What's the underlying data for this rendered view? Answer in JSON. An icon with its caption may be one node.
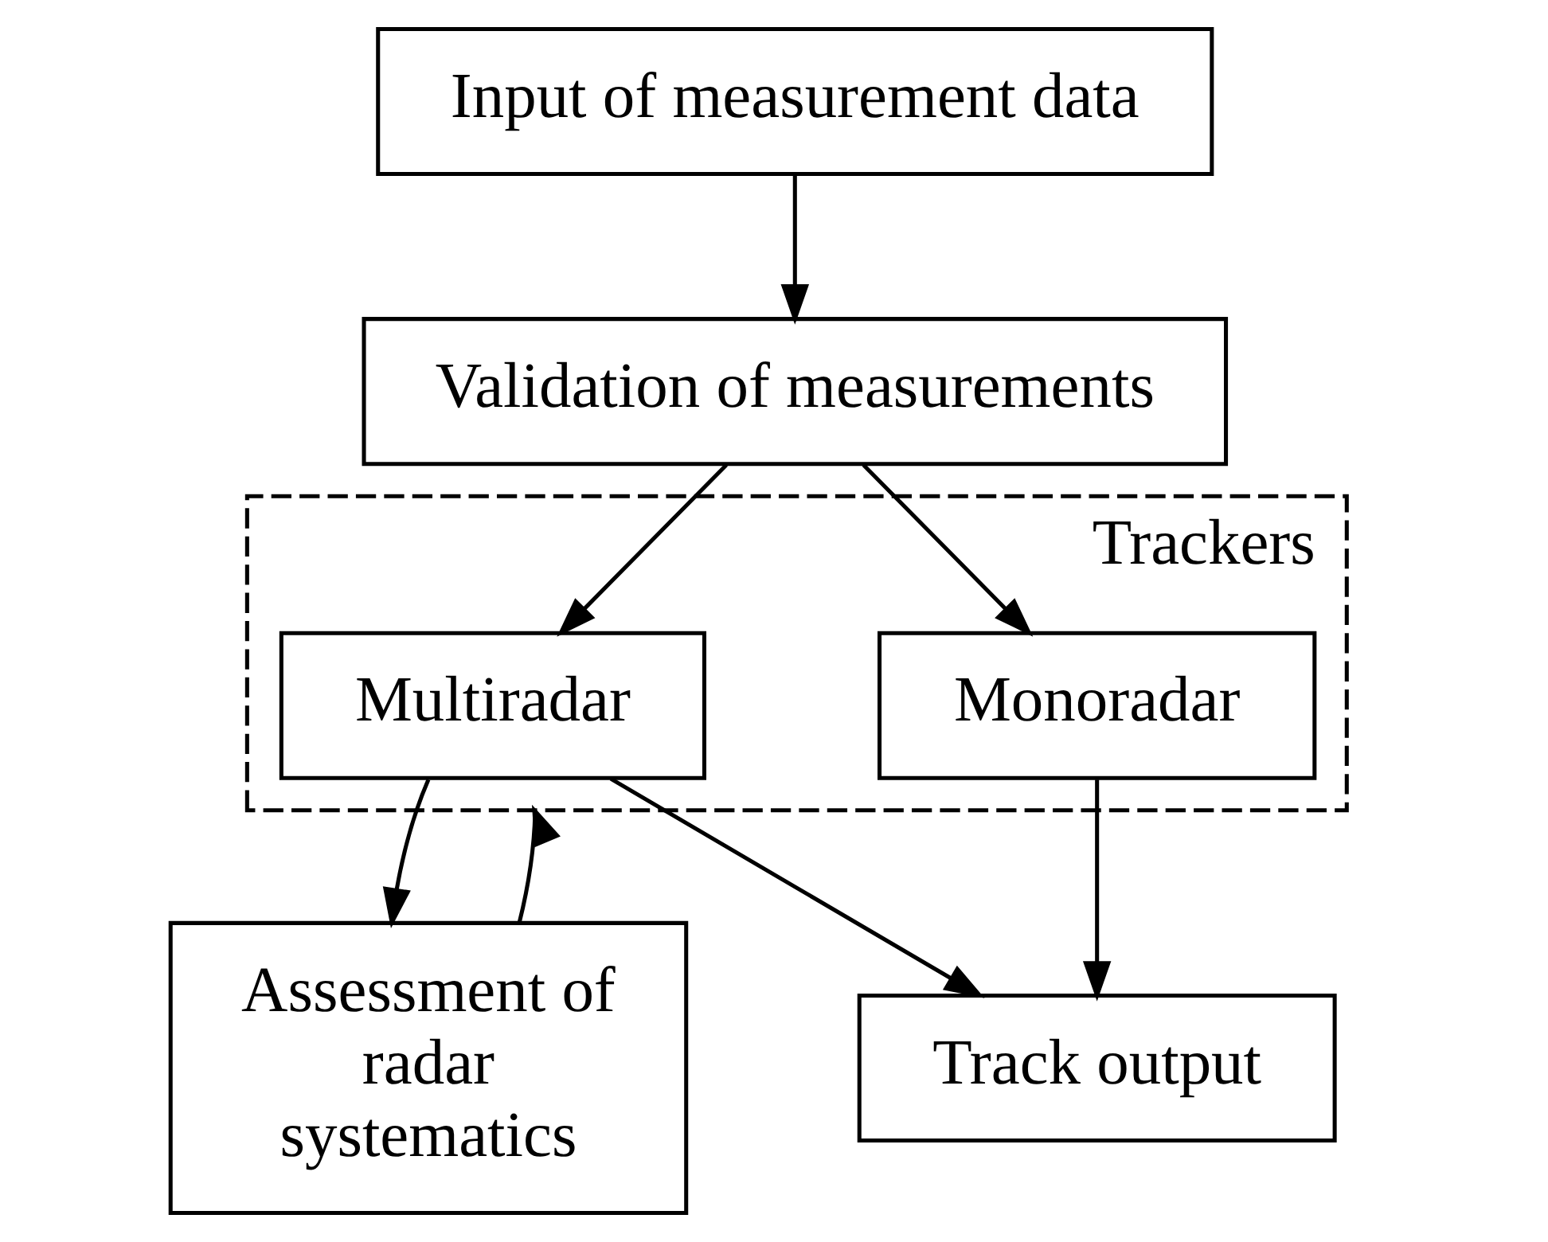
{
  "diagram": {
    "nodes": [
      {
        "text": [
          "Input of measurement data"
        ]
      },
      {
        "text": [
          "Validation of measurements"
        ]
      },
      {
        "text": [
          "Trackers"
        ]
      },
      {
        "text": [
          "Multiradar"
        ],
        "in": 2
      },
      {
        "text": [
          "Monoradar"
        ],
        "in": 2
      },
      {
        "text": [
          "Assessment of radar systematics"
        ]
      },
      {
        "text": [
          "Track output"
        ]
      }
    ],
    "edges": [
      {
        "from": 0,
        "to": 1,
        "arrow": "to"
      },
      {
        "from": 1,
        "to": 3,
        "arrow": "to"
      },
      {
        "from": 1,
        "to": 4,
        "arrow": "to"
      },
      {
        "from": 3,
        "to": 5,
        "arrow": "to"
      },
      {
        "from": 3,
        "to": 6,
        "arrow": "to"
      },
      {
        "from": 4,
        "to": 6,
        "arrow": "to"
      },
      {
        "from": 5,
        "to": 2,
        "arrow": "to"
      }
    ]
  }
}
